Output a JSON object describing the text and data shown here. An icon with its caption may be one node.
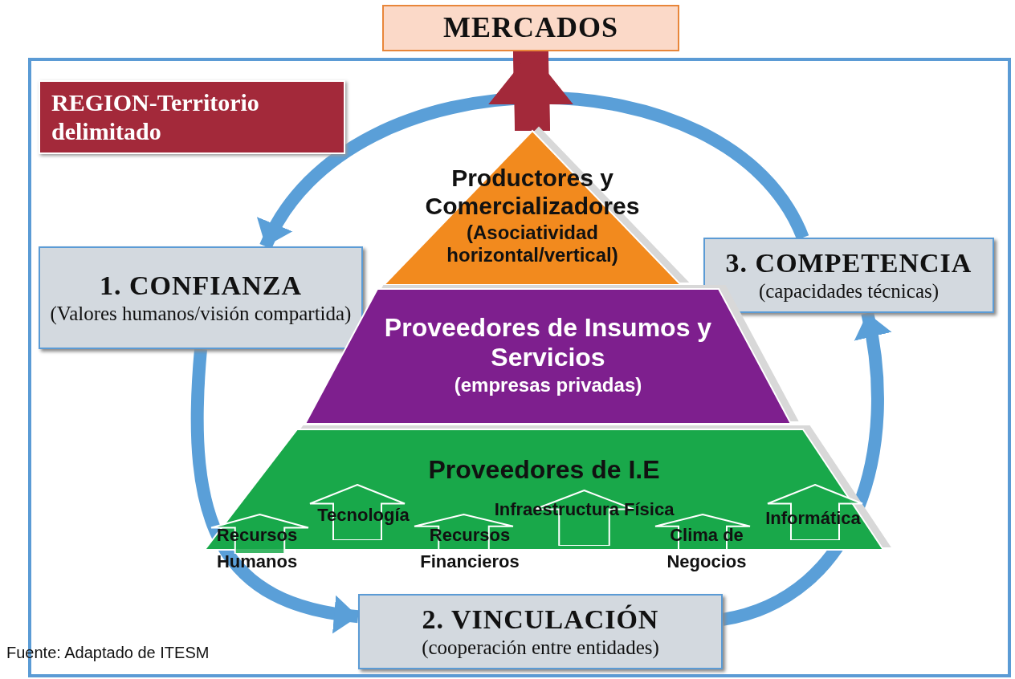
{
  "diagram": {
    "caption": "Fuente: Adaptado de ITESM",
    "nodes": [
      {
        "text": [
          "MERCADOS"
        ]
      },
      {
        "text": [
          "REGION-Territorio delimitado"
        ]
      },
      {
        "text": [
          "1. CONFIANZA",
          "(Valores humanos/visión compartida)"
        ]
      },
      {
        "text": [
          "2. VINCULACIÓN",
          "(cooperación entre entidades)"
        ]
      },
      {
        "text": [
          "3. COMPETENCIA",
          "(capacidades técnicas)"
        ]
      },
      {
        "text": [
          "Productores y Comercializadores",
          "(Asociatividad horizontal/vertical)"
        ]
      },
      {
        "text": [
          "Proveedores de Insumos y Servicios",
          "(empresas privadas)"
        ]
      },
      {
        "text": [
          "Proveedores de I.E"
        ]
      },
      {
        "text": [
          "Recursos Humanos"
        ],
        "in": 7
      },
      {
        "text": [
          "Tecnología"
        ],
        "in": 7
      },
      {
        "text": [
          "Recursos Financieros"
        ],
        "in": 7
      },
      {
        "text": [
          "Infraestructura Física"
        ],
        "in": 7
      },
      {
        "text": [
          "Clima de Negocios"
        ],
        "in": 7
      },
      {
        "text": [
          "Informática"
        ],
        "in": 7
      }
    ],
    "edges": [
      {
        "from": 2,
        "to": 3,
        "arrow": "to"
      },
      {
        "from": 3,
        "to": 4,
        "arrow": "to"
      },
      {
        "from": 4,
        "to": 2,
        "arrow": "to"
      },
      {
        "from": 5,
        "to": 0,
        "arrow": "to",
        "style": "thick",
        "color": "#a3293a"
      }
    ]
  }
}
